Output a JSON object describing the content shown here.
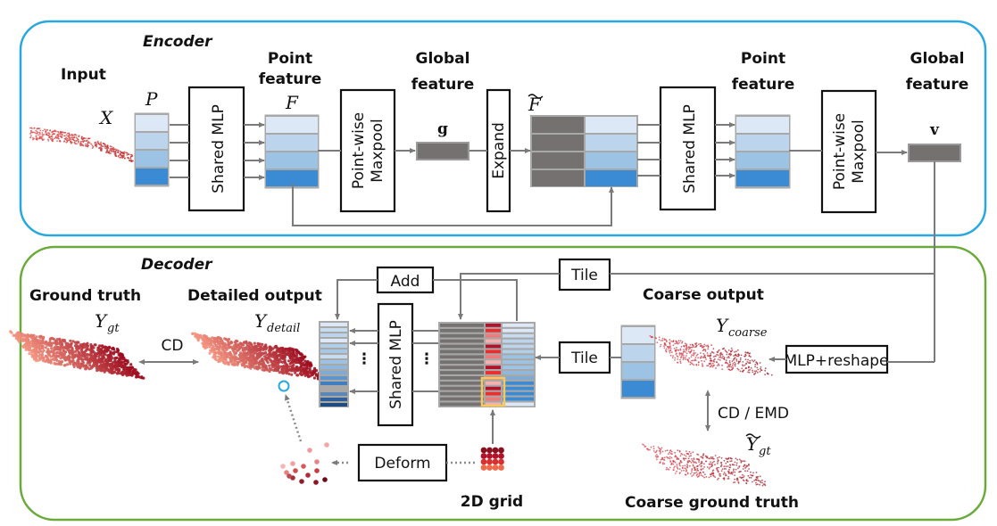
{
  "encoder": {
    "title": "Encoder",
    "input_label": "Input",
    "input_symbol": "X",
    "p_symbol": "P",
    "point_feature_label_1": "Point",
    "point_feature_label_2": "feature",
    "f_symbol": "F",
    "shared_mlp_1": "Shared MLP",
    "maxpool_1_line1": "Point-wise",
    "maxpool_1_line2": "Maxpool",
    "global_feature_label_1": "Global",
    "global_feature_label_2": "feature",
    "g_symbol": "g",
    "expand": "Expand",
    "f_tilde_symbol": "F",
    "shared_mlp_2": "Shared MLP",
    "point_feature2_label_1": "Point",
    "point_feature2_label_2": "feature",
    "maxpool_2_line1": "Point-wise",
    "maxpool_2_line2": "Maxpool",
    "global_feature2_label_1": "Global",
    "global_feature2_label_2": "feature",
    "v_symbol": "v"
  },
  "decoder": {
    "title": "Decoder",
    "ground_truth_label": "Ground truth",
    "y_gt_symbol": "Y",
    "y_gt_sub": "gt",
    "cd_label": "CD",
    "detailed_output_label": "Detailed output",
    "y_detail_symbol": "Y",
    "y_detail_sub": "detail",
    "add": "Add",
    "tile_top": "Tile",
    "tile_mid": "Tile",
    "shared_mlp": "Shared MLP",
    "coarse_output_label": "Coarse output",
    "y_coarse_symbol": "Y",
    "y_coarse_sub": "coarse",
    "mlp_reshape": "MLP+reshape",
    "cd_emd_label": "CD / EMD",
    "y_gt_tilde_symbol": "Y",
    "y_gt_tilde_sub": "gt",
    "coarse_gt_label": "Coarse ground truth",
    "deform": "Deform",
    "grid_label": "2D grid",
    "ellipsis": "⋮"
  },
  "colors": {
    "encoder_border": "#29a8e0",
    "decoder_border": "#6aaa3a",
    "feature_1": "#dce8f5",
    "feature_2": "#bdd5ec",
    "feature_3": "#9cc3e3",
    "feature_4": "#3a8ad4",
    "global_vec": "#767171",
    "highlight": "#f5c95a",
    "point_red": "#b3122a"
  }
}
